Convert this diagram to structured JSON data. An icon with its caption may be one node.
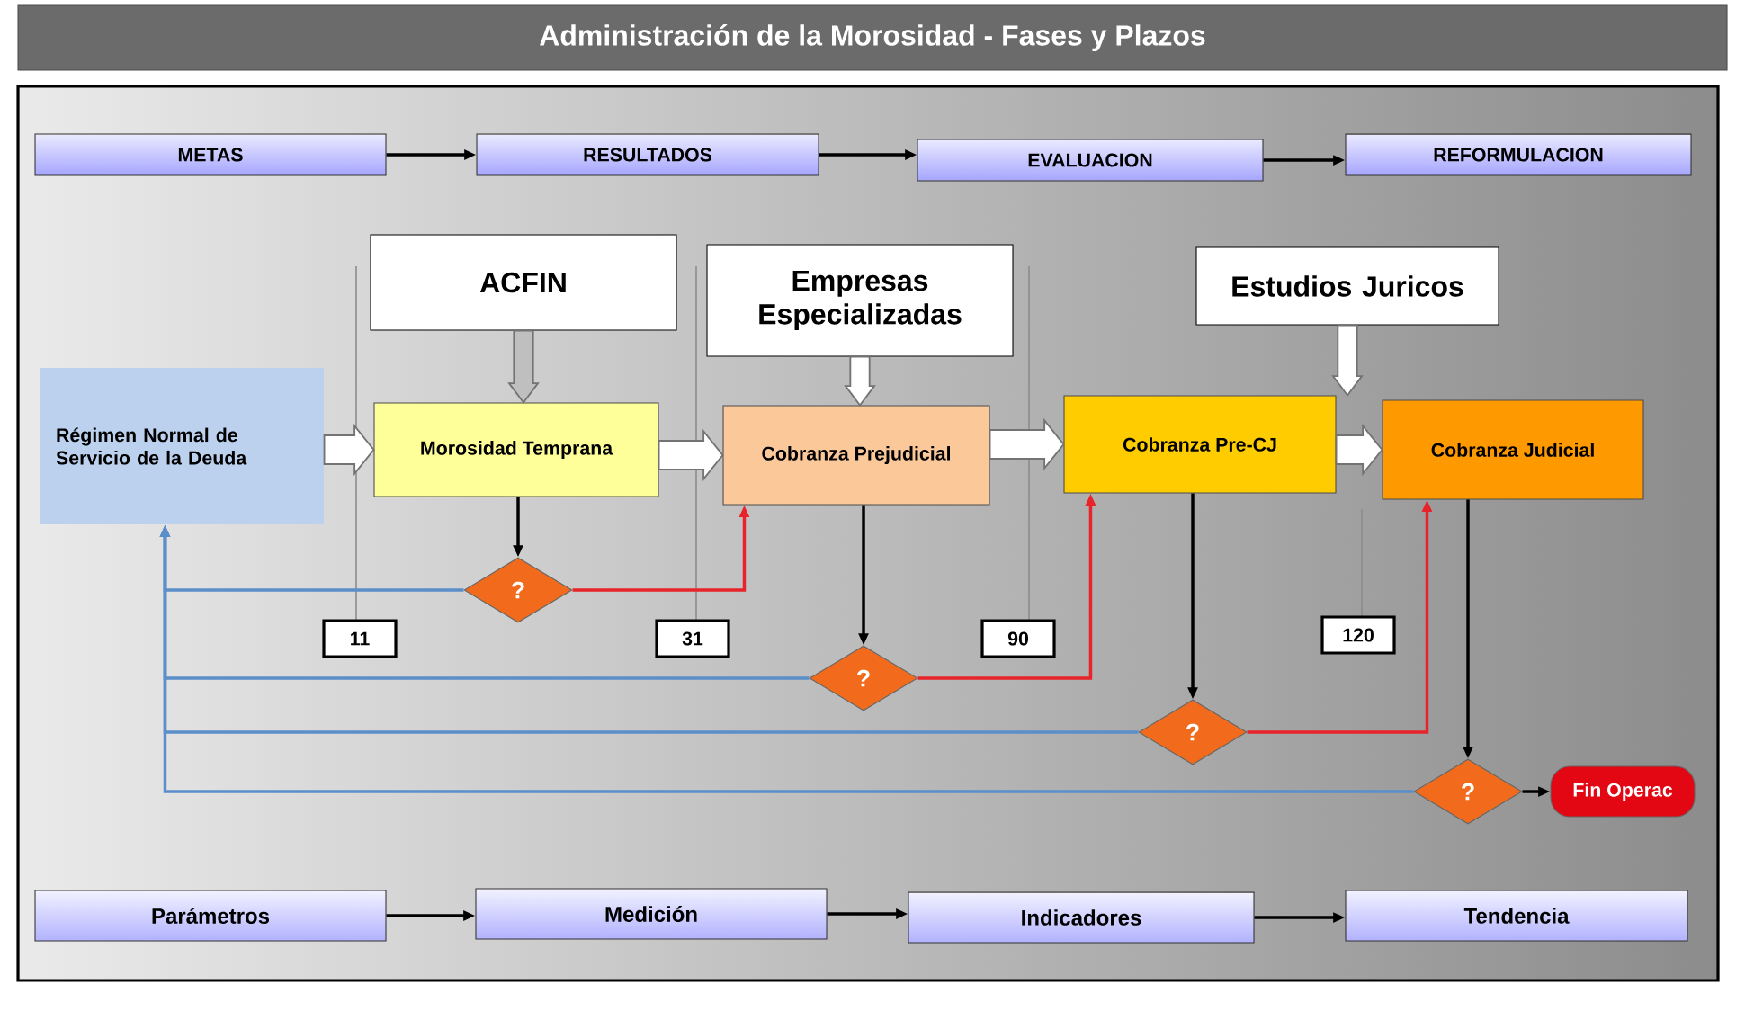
{
  "diagram": {
    "title": "Administración de la Morosidad - Fases y Plazos",
    "nodes": [
      {
        "text": [
          "METAS"
        ]
      },
      {
        "text": [
          "RESULTADOS"
        ]
      },
      {
        "text": [
          "EVALUACION"
        ]
      },
      {
        "text": [
          "REFORMULACION"
        ]
      },
      {
        "text": [
          "ACFIN"
        ]
      },
      {
        "text": [
          "Empresas Especializadas"
        ]
      },
      {
        "text": [
          "Estudios Juricos"
        ]
      },
      {
        "text": [
          "Régimen Normal de Servicio de la Deuda"
        ]
      },
      {
        "text": [
          "Morosidad Temprana"
        ]
      },
      {
        "text": [
          "Cobranza Prejudicial"
        ]
      },
      {
        "text": [
          "Cobranza Pre-CJ"
        ]
      },
      {
        "text": [
          "Cobranza Judicial"
        ]
      },
      {
        "text": [
          "?"
        ]
      },
      {
        "text": [
          "?"
        ]
      },
      {
        "text": [
          "?"
        ]
      },
      {
        "text": [
          "?"
        ]
      },
      {
        "text": [
          "Fin Operac"
        ]
      },
      {
        "text": [
          "Parámetros"
        ]
      },
      {
        "text": [
          "Medición"
        ]
      },
      {
        "text": [
          "Indicadores"
        ]
      },
      {
        "text": [
          "Tendencia"
        ]
      },
      {
        "text": [
          "11"
        ]
      },
      {
        "text": [
          "31"
        ]
      },
      {
        "text": [
          "90"
        ]
      },
      {
        "text": [
          "120"
        ]
      }
    ],
    "edges": [
      {
        "from": 0,
        "to": 1,
        "arrow": "to"
      },
      {
        "from": 1,
        "to": 2,
        "arrow": "to"
      },
      {
        "from": 2,
        "to": 3,
        "arrow": "to"
      },
      {
        "from": 4,
        "to": 8,
        "arrow": "to",
        "style": "thick",
        "color": "#bfbfbf"
      },
      {
        "from": 5,
        "to": 9,
        "arrow": "to",
        "style": "thick"
      },
      {
        "from": 6,
        "to": 10,
        "arrow": "to",
        "style": "thick"
      },
      {
        "from": 7,
        "to": 8,
        "arrow": "to",
        "style": "thick"
      },
      {
        "from": 8,
        "to": 9,
        "arrow": "to",
        "style": "thick"
      },
      {
        "from": 9,
        "to": 10,
        "arrow": "to",
        "style": "thick"
      },
      {
        "from": 10,
        "to": 11,
        "arrow": "to",
        "style": "thick"
      },
      {
        "from": 8,
        "to": 12,
        "arrow": "to"
      },
      {
        "from": 9,
        "to": 13,
        "arrow": "to"
      },
      {
        "from": 10,
        "to": 14,
        "arrow": "to"
      },
      {
        "from": 11,
        "to": 15,
        "arrow": "to"
      },
      {
        "from": 12,
        "to": 9,
        "arrow": "to",
        "color": "#e8232a"
      },
      {
        "from": 13,
        "to": 10,
        "arrow": "to",
        "color": "#e8232a"
      },
      {
        "from": 14,
        "to": 11,
        "arrow": "to",
        "color": "#e8232a"
      },
      {
        "from": 12,
        "to": 7,
        "arrow": "to",
        "color": "#5b8fc9"
      },
      {
        "from": 13,
        "to": 7,
        "arrow": "to",
        "color": "#5b8fc9"
      },
      {
        "from": 14,
        "to": 7,
        "arrow": "to",
        "color": "#5b8fc9"
      },
      {
        "from": 15,
        "to": 7,
        "arrow": "to",
        "color": "#5b8fc9"
      },
      {
        "from": 15,
        "to": 16,
        "arrow": "to"
      },
      {
        "from": 17,
        "to": 18,
        "arrow": "to"
      },
      {
        "from": 18,
        "to": 19,
        "arrow": "to"
      },
      {
        "from": 19,
        "to": 20,
        "arrow": "to"
      }
    ]
  }
}
